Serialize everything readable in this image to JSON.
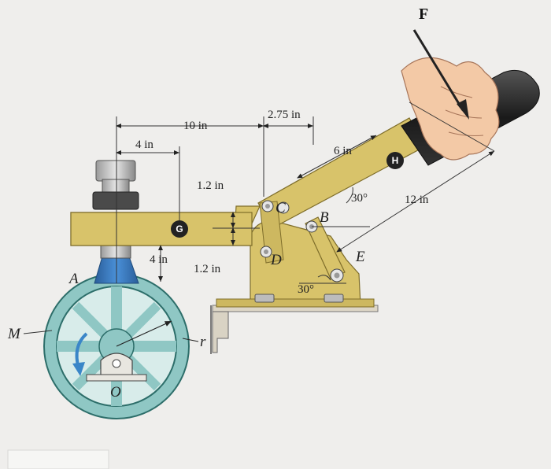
{
  "colors": {
    "toggle_body": "#d8c36a",
    "toggle_dark": "#b9a24a",
    "wheel": "#8fc7c4",
    "wheel_dark": "#2d6e6a",
    "pad": "#3e7cc0",
    "grip": "#222222",
    "arrow_blue": "#3a86c8"
  },
  "labels": {
    "force": "F",
    "point_h": "H",
    "point_g": "G",
    "point_a": "A",
    "point_b": "B",
    "point_c": "C",
    "point_d": "D",
    "point_e": "E",
    "point_o": "O",
    "moment": "M",
    "radius": "r"
  },
  "dimensions": {
    "d_10in": "10 in",
    "d_4in_top": "4 in",
    "d_275in": "2.75 in",
    "d_6in": "6 in",
    "d_12in": "12 in",
    "d_12in_upper": "1.2 in",
    "d_12in_lower": "1.2 in",
    "d_4in_side": "4 in",
    "angle_upper": "30°",
    "angle_lower": "30°"
  }
}
